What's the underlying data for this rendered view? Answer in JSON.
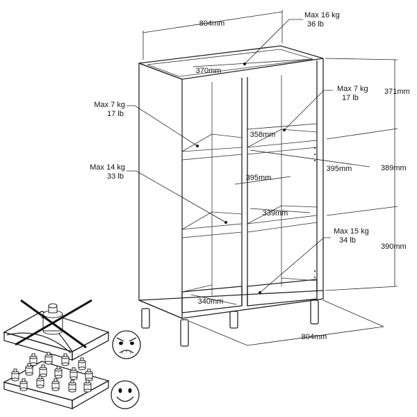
{
  "dimensions": {
    "top_width": "804mm",
    "bottom_width": "804mm",
    "top_inner_depth": "370mm",
    "shelf_depth_right_top": "358mm",
    "shelf_width_left": "395mm",
    "shelf_width_right": "395mm",
    "shelf_depth_middle": "339mm",
    "bottom_depth": "340mm",
    "height_top": "371mm",
    "height_middle": "389mm",
    "height_bottom": "390mm"
  },
  "loads": {
    "top": {
      "kg": "Max 16 kg",
      "lb": "36 lb"
    },
    "upper_left": {
      "kg": "Max 7 kg",
      "lb": "17 lb"
    },
    "upper_right": {
      "kg": "Max 7 kg",
      "lb": "17 lb"
    },
    "middle_left": {
      "kg": "Max 14 kg",
      "lb": "33 lb"
    },
    "bottom_right": {
      "kg": "Max 15 kg",
      "lb": "34 lb"
    }
  },
  "icons": {
    "wrong_load": "concentrated-weight-crossed-icon",
    "right_load": "distributed-weights-icon",
    "angry_face": "angry-face-icon",
    "happy_face": "happy-face-icon"
  }
}
